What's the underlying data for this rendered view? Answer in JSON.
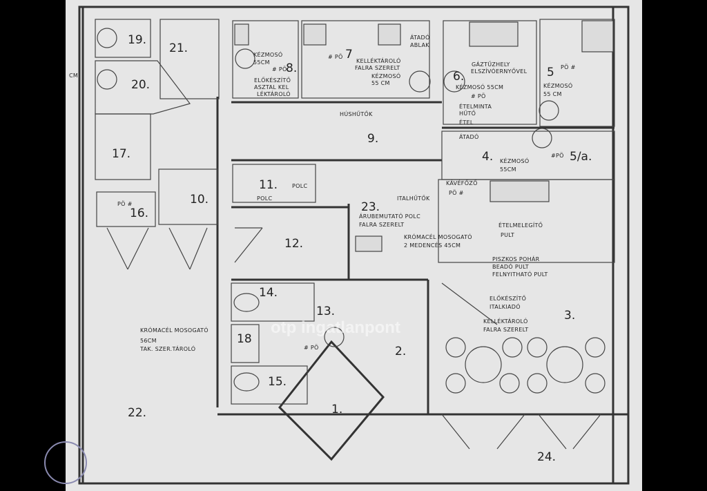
{
  "rooms": {
    "r1": "1.",
    "r2": "2.",
    "r3": "3.",
    "r4": "4.",
    "r5": "5",
    "r5a": "5/a.",
    "r6": "6.",
    "r7": "7",
    "r8": "8.",
    "r9": "9.",
    "r10": "10.",
    "r11": "11.",
    "r12": "12.",
    "r13": "13.",
    "r14": "14.",
    "r15": "15.",
    "r16": "16.",
    "r17": "17.",
    "r18": "18",
    "r19": "19.",
    "r20": "20.",
    "r21": "21.",
    "r22": "22.",
    "r23": "23.",
    "r24": "24."
  },
  "labels": {
    "kezmoso8": "KÉZMOSÓ",
    "kezmoso8_size": "55CM",
    "po8": "# PÖ",
    "elokeszito8_1": "ELŐKÉSZÍTŐ",
    "elokeszito8_2": "ASZTAL KEL",
    "elokeszito8_3": "LÉKTÁROLÓ",
    "po7": "# PÖ",
    "kellektarolo7_1": "KELLÉKTÁROLÓ",
    "kellektarolo7_2": "FALRA SZERELT",
    "kezmoso7": "KÉZMOSÓ",
    "kezmoso7_size": "55 CM",
    "atado_1": "ÁTADÓ",
    "atado_2": "ABLAK",
    "gaztuzhely_1": "GÁZTŰZHELY",
    "gaztuzhely_2": "ELSZÍVÓERNYŐVEL",
    "kezmoso6": "KÉZMOSÓ 55CM",
    "po6": "# PÖ",
    "etelminta_1": "ÉTELMINTA",
    "etelminta_2": "HŰTŐ",
    "etel_atado_1": "ÉTEL",
    "etel_atado_2": "ÁTADÓ",
    "po5": "PÖ #",
    "kezmoso5": "KÉZMOSÓ",
    "kezmoso5_size": "55 CM",
    "husutok": "HÚSHŰTŐK",
    "kezmoso4": "KÉZMOSÓ",
    "kezmoso4_size": "55CM",
    "po5a": "#PÖ",
    "polc11a": "POLC",
    "polc11b": "POLC",
    "kavefozo": "KÁVÉFŐZŐ",
    "po23": "PÖ #",
    "italhutok": "ITALHŰTŐK",
    "arubemutato_1": "ÁRUBEMUTATÓ POLC",
    "arubemutato_2": "FALRA SZERELT",
    "etelmelegito_1": "ÉTELMELEGÍTŐ",
    "etelmelegito_2": "PULT",
    "kromacel_1": "KRÓMACÉL MOSOGATÓ",
    "kromacel_2": "2 MEDENCÉS 45CM",
    "piszkos_1": "PISZKOS POHÁR",
    "piszkos_2": "BEADÓ PULT",
    "piszkos_3": "FELNYITHATÓ PULT",
    "elokeszito_ital_1": "ELŐKÉSZÍTŐ",
    "elokeszito_ital_2": "ITALKIADÓ",
    "kellektarolo3_1": "KELLÉKTÁROLÓ",
    "kellektarolo3_2": "FALRA SZERELT",
    "kromacel18_1": "KRÓMACÉL MOSOGATÓ",
    "kromacel18_2": "56CM",
    "kromacel18_3": "TAK. SZER.TÁROLÓ",
    "po13": "# PÖ",
    "po16": "PÖ #",
    "cm_left": "CM"
  },
  "watermark": "otp ingatlanpont"
}
